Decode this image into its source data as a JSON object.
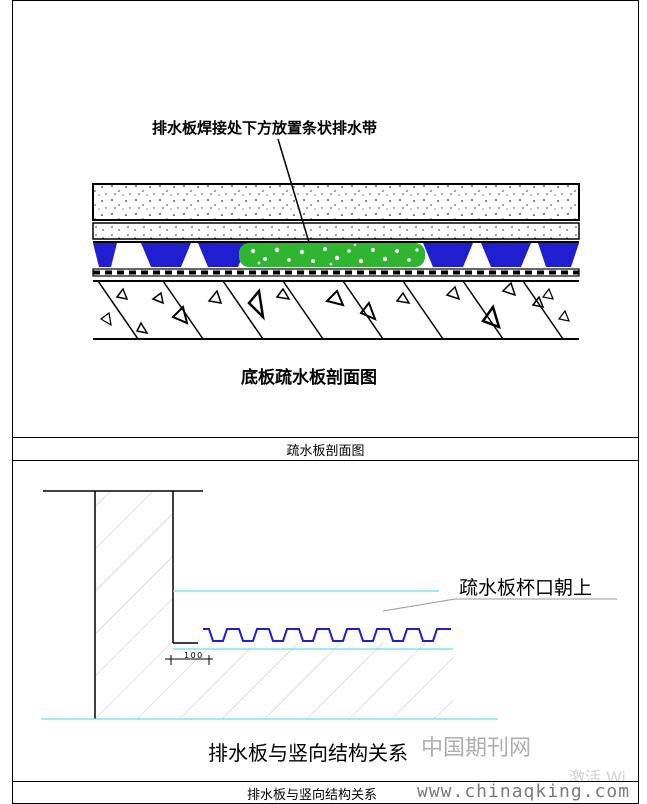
{
  "figure1": {
    "annotation": "排水板焊接处下方放置条状排水带",
    "title": "底板疏水板剖面图",
    "caption": "疏水板剖面图"
  },
  "figure2": {
    "annotation": "疏水板杯口朝上",
    "dimension": "100",
    "title": "排水板与竖向结构关系",
    "caption": "排水板与竖向结构关系"
  },
  "watermark": {
    "cn": "中国期刊网",
    "url": "www.chinaqking.com",
    "corner": "激活 Wi"
  },
  "colors": {
    "membrane": "#1f1fd0",
    "drain_strip": "#2fb52f",
    "cyan_line": "#66e0f0"
  }
}
